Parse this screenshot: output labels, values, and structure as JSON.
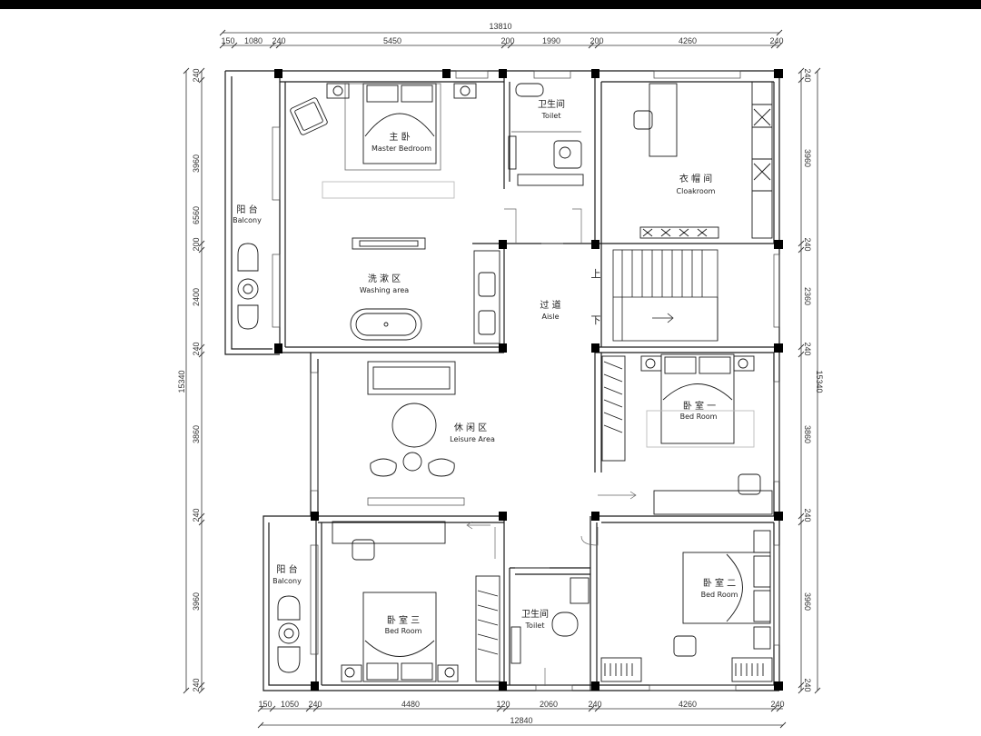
{
  "rooms": {
    "master_bedroom": {
      "cn": "主 卧",
      "en": "Master Bedroom"
    },
    "toilet_top": {
      "cn": "卫生间",
      "en": "Toilet"
    },
    "cloakroom": {
      "cn": "衣 帽 间",
      "en": "Cloakroom"
    },
    "balcony_top": {
      "cn": "阳 台",
      "en": "Balcony"
    },
    "washing_area": {
      "cn": "洗 漱 区",
      "en": "Washing area"
    },
    "aisle": {
      "cn": "过 道",
      "en": "Aisle"
    },
    "stair_up": "上",
    "stair_down": "下",
    "bedroom_one": {
      "cn": "卧 室 一",
      "en": "Bed Room"
    },
    "leisure_area": {
      "cn": "休 闲 区",
      "en": "Leisure Area"
    },
    "balcony_bottom": {
      "cn": "阳 台",
      "en": "Balcony"
    },
    "bedroom_three": {
      "cn": "卧 室 三",
      "en": "Bed Room"
    },
    "toilet_bottom": {
      "cn": "卫生间",
      "en": "Toilet"
    },
    "bedroom_two": {
      "cn": "卧 室 二",
      "en": "Bed Room"
    }
  },
  "dimensions": {
    "top_total": "13810",
    "top_segments": [
      "150",
      "1080",
      "240",
      "5450",
      "200",
      "1990",
      "200",
      "4260",
      "240"
    ],
    "bottom_total": "12840",
    "bottom_segments": [
      "150",
      "1050",
      "240",
      "4480",
      "120",
      "2060",
      "240",
      "4260",
      "240"
    ],
    "left_total": "15340",
    "left_segments": [
      "240",
      "3960",
      "6560",
      "200",
      "2400",
      "240",
      "3860",
      "240",
      "3960",
      "240"
    ],
    "right_total": "15340",
    "right_segments": [
      "240",
      "3960",
      "240",
      "2360",
      "240",
      "3860",
      "240",
      "3960",
      "240"
    ]
  },
  "colors": {
    "line": "#1a1a1a",
    "column": "#000000",
    "background": "#ffffff"
  }
}
